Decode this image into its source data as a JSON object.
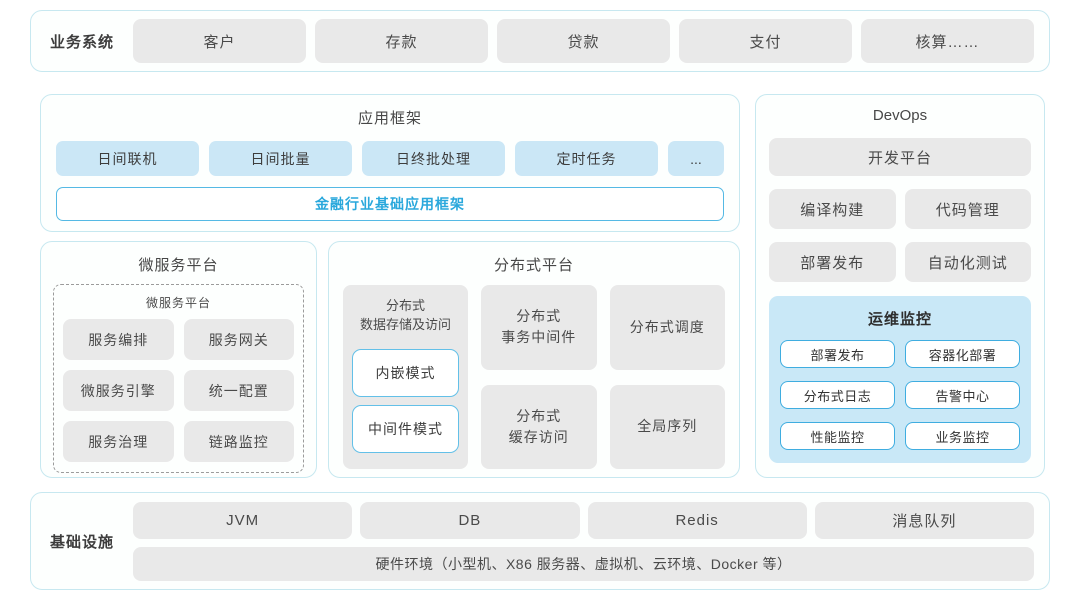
{
  "business": {
    "label": "业务系统",
    "items": [
      "客户",
      "存款",
      "贷款",
      "支付",
      "核算……"
    ]
  },
  "app_framework": {
    "title": "应用框架",
    "items": [
      "日间联机",
      "日间批量",
      "日终批处理",
      "定时任务",
      "..."
    ],
    "base_box": "金融行业基础应用框架"
  },
  "microservice": {
    "title": "微服务平台",
    "inner_title": "微服务平台",
    "items": [
      "服务编排",
      "服务网关",
      "微服务引擎",
      "统一配置",
      "服务治理",
      "链路监控"
    ]
  },
  "distributed": {
    "title": "分布式平台",
    "storage": {
      "label": "分布式\n数据存储及访问",
      "modes": [
        "内嵌模式",
        "中间件模式"
      ]
    },
    "col2": [
      "分布式\n事务中间件",
      "分布式\n缓存访问"
    ],
    "col3": [
      "分布式调度",
      "全局序列"
    ]
  },
  "devops": {
    "title": "DevOps",
    "platform": "开发平台",
    "tools": [
      "编译构建",
      "代码管理",
      "部署发布",
      "自动化测试"
    ],
    "monitor": {
      "title": "运维监控",
      "items": [
        "部署发布",
        "容器化部署",
        "分布式日志",
        "告警中心",
        "性能监控",
        "业务监控"
      ]
    }
  },
  "infrastructure": {
    "label": "基础设施",
    "items": [
      "JVM",
      "DB",
      "Redis",
      "消息队列"
    ],
    "hardware": "硬件环境（小型机、X86 服务器、虚拟机、云环境、Docker 等）"
  },
  "colors": {
    "panel_border": "#c7e8f0",
    "gray_box": "#e9e9e9",
    "blue_box": "#cbe7f6",
    "accent_blue": "#2aa8dc",
    "monitor_bg": "#c9e8f7",
    "outline_border": "#3fade0"
  }
}
